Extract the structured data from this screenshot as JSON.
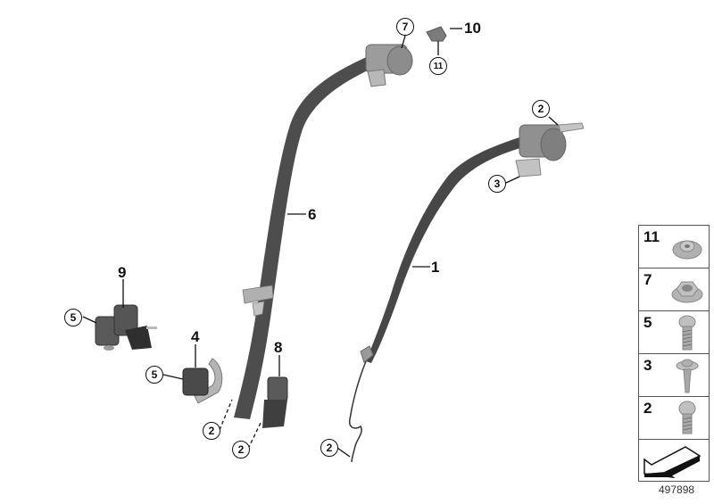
{
  "diagram": {
    "type": "parts-exploded-view",
    "subject": "rear seat belt assembly",
    "reference_number": "497898",
    "colors": {
      "belt": "#4a4a4a",
      "metal": "#a8a8a8",
      "line": "#111111"
    },
    "callouts": [
      {
        "id": "c1",
        "label": "1",
        "style": "plain"
      },
      {
        "id": "c2a",
        "label": "2",
        "style": "circled"
      },
      {
        "id": "c2b",
        "label": "2",
        "style": "circled"
      },
      {
        "id": "c2c",
        "label": "2",
        "style": "circled"
      },
      {
        "id": "c2d",
        "label": "2",
        "style": "circled"
      },
      {
        "id": "c3",
        "label": "3",
        "style": "circled"
      },
      {
        "id": "c4",
        "label": "4",
        "style": "plain"
      },
      {
        "id": "c5a",
        "label": "5",
        "style": "circled"
      },
      {
        "id": "c5b",
        "label": "5",
        "style": "circled"
      },
      {
        "id": "c6",
        "label": "6",
        "style": "plain"
      },
      {
        "id": "c7",
        "label": "7",
        "style": "circled"
      },
      {
        "id": "c8",
        "label": "8",
        "style": "plain"
      },
      {
        "id": "c9",
        "label": "9",
        "style": "plain"
      },
      {
        "id": "c10",
        "label": "10",
        "style": "plain"
      },
      {
        "id": "c11",
        "label": "11",
        "style": "circled"
      }
    ],
    "legend": [
      {
        "label": "11",
        "part": "clip-nut"
      },
      {
        "label": "7",
        "part": "hex-collar-nut"
      },
      {
        "label": "5",
        "part": "torx-bolt"
      },
      {
        "label": "3",
        "part": "torx-washer-screw"
      },
      {
        "label": "2",
        "part": "torx-bolt-short"
      },
      {
        "label": "",
        "part": "direction-arrow"
      }
    ]
  }
}
